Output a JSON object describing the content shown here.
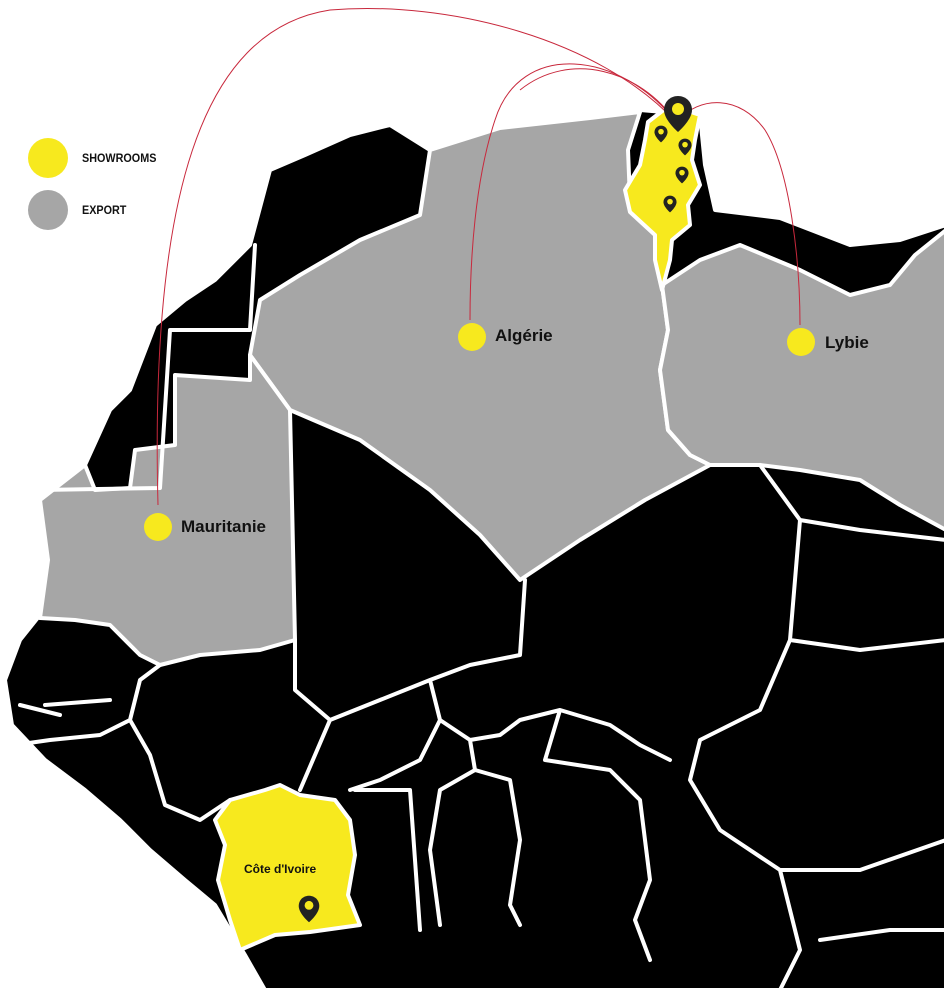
{
  "colors": {
    "showroom": "#f7e91e",
    "export": "#a6a6a6",
    "other": "#000000",
    "route": "#c8283c",
    "marker": "#222222"
  },
  "legend": {
    "showrooms": "SHOWROOMS",
    "export": "EXPORT"
  },
  "countries": {
    "algerie": "Algérie",
    "lybie": "Lybie",
    "mauritanie": "Mauritanie",
    "cote_divoire": "Côte d'Ivoire",
    "tunisie_showroom_markers": 4
  },
  "icons": {
    "marker": "map-pin-icon",
    "export_point": "circle-icon"
  }
}
